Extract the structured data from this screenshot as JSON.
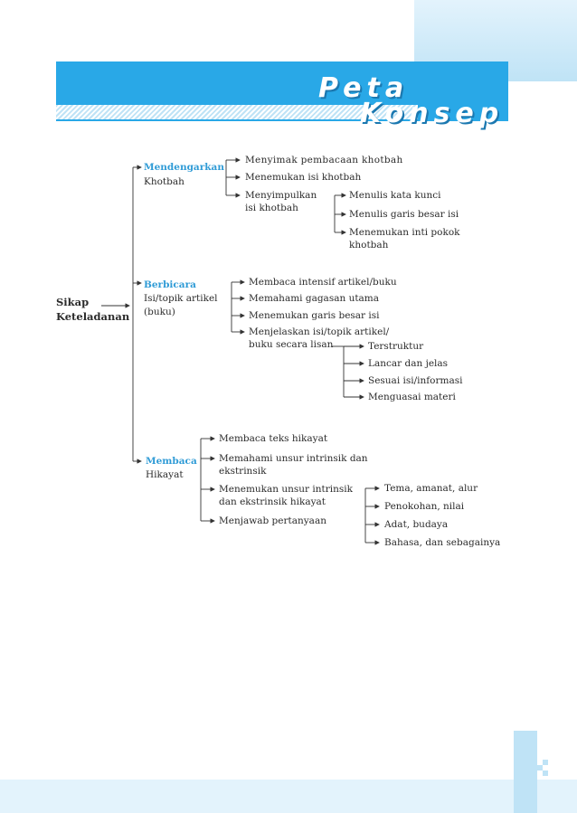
{
  "header": {
    "title_line1": "Peta",
    "title_line2": "Konsep"
  },
  "root": {
    "line1": "Sikap",
    "line2": "Keteladanan"
  },
  "branches": [
    {
      "heading": "Mendengarkan",
      "sub": "Khotbah",
      "items": [
        "Menyimak pembacaan khotbah",
        "Menemukan isi khotbah",
        "Menyimpulkan",
        "isi khotbah"
      ],
      "subitems": [
        "Menulis kata kunci",
        "Menulis garis besar isi",
        "Menemukan inti pokok",
        "khotbah"
      ]
    },
    {
      "heading": "Berbicara",
      "sub1": "Isi/topik artikel",
      "sub2": "(buku)",
      "items": [
        "Membaca intensif artikel/buku",
        "Memahami gagasan utama",
        "Menemukan garis besar isi",
        "Menjelaskan isi/topik artikel/",
        "buku secara lisan"
      ],
      "subitems": [
        "Terstruktur",
        "Lancar dan jelas",
        "Sesuai isi/informasi",
        "Menguasai materi"
      ]
    },
    {
      "heading": "Membaca",
      "sub": "Hikayat",
      "items": [
        "Membaca teks hikayat",
        "Memahami unsur intrinsik dan",
        "ekstrinsik",
        "Menemukan unsur intrinsik",
        "dan ekstrinsik hikayat",
        "Menjawab pertanyaan"
      ],
      "subitems": [
        "Tema, amanat, alur",
        "Penokohan, nilai",
        "Adat, budaya",
        "Bahasa, dan sebagainya"
      ]
    }
  ],
  "colors": {
    "accent": "#2f9bd6",
    "banner": "#29a8e7",
    "light": "#e3f3fc"
  }
}
